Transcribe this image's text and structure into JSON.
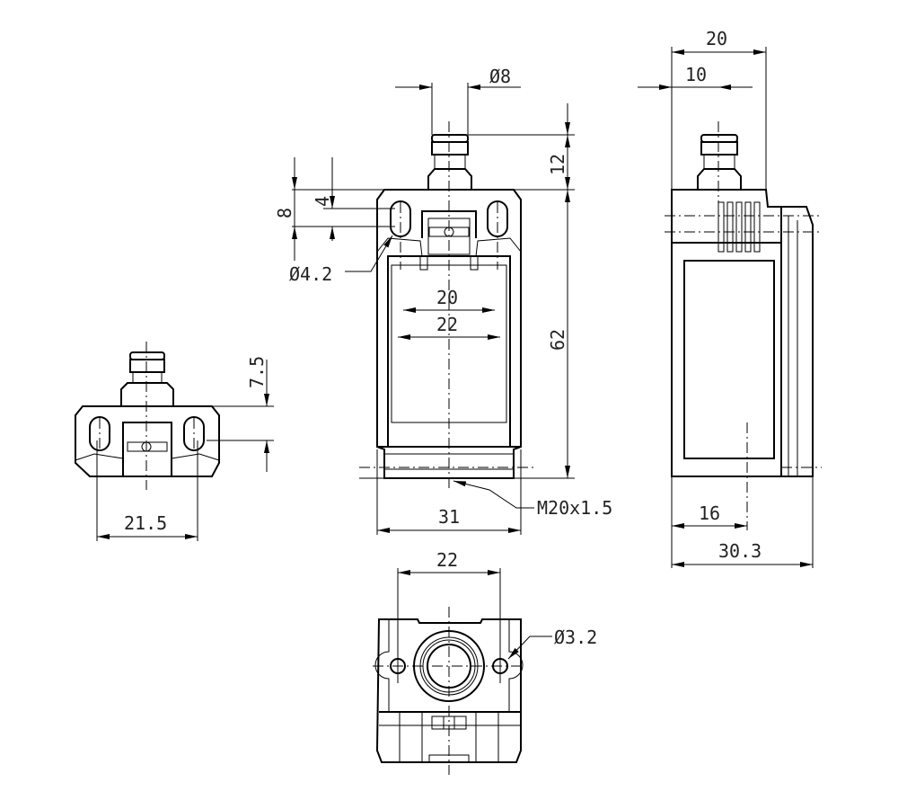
{
  "title": "Limit switch dimensional drawing",
  "colors": {
    "line": "#000000",
    "background": "#ffffff",
    "text": "#222222"
  },
  "dimensions": {
    "front": {
      "plunger_diameter": "Ø8",
      "plunger_height": "12",
      "hole_spacing_vertical": "8",
      "slot_offset": "4",
      "mounting_hole": "Ø4.2",
      "inner_width_20": "20",
      "inner_width_22": "22",
      "body_height": "62",
      "thread": "M20x1.5",
      "body_width": "31"
    },
    "side": {
      "depth_total_top": "20",
      "plunger_offset": "10",
      "thread_offset": "16",
      "depth_total": "30.3"
    },
    "top": {
      "plunger_protrusion": "7.5",
      "hole_spacing": "21.5"
    },
    "bottom": {
      "hole_spacing": "22",
      "hole_diameter": "Ø3.2"
    }
  }
}
